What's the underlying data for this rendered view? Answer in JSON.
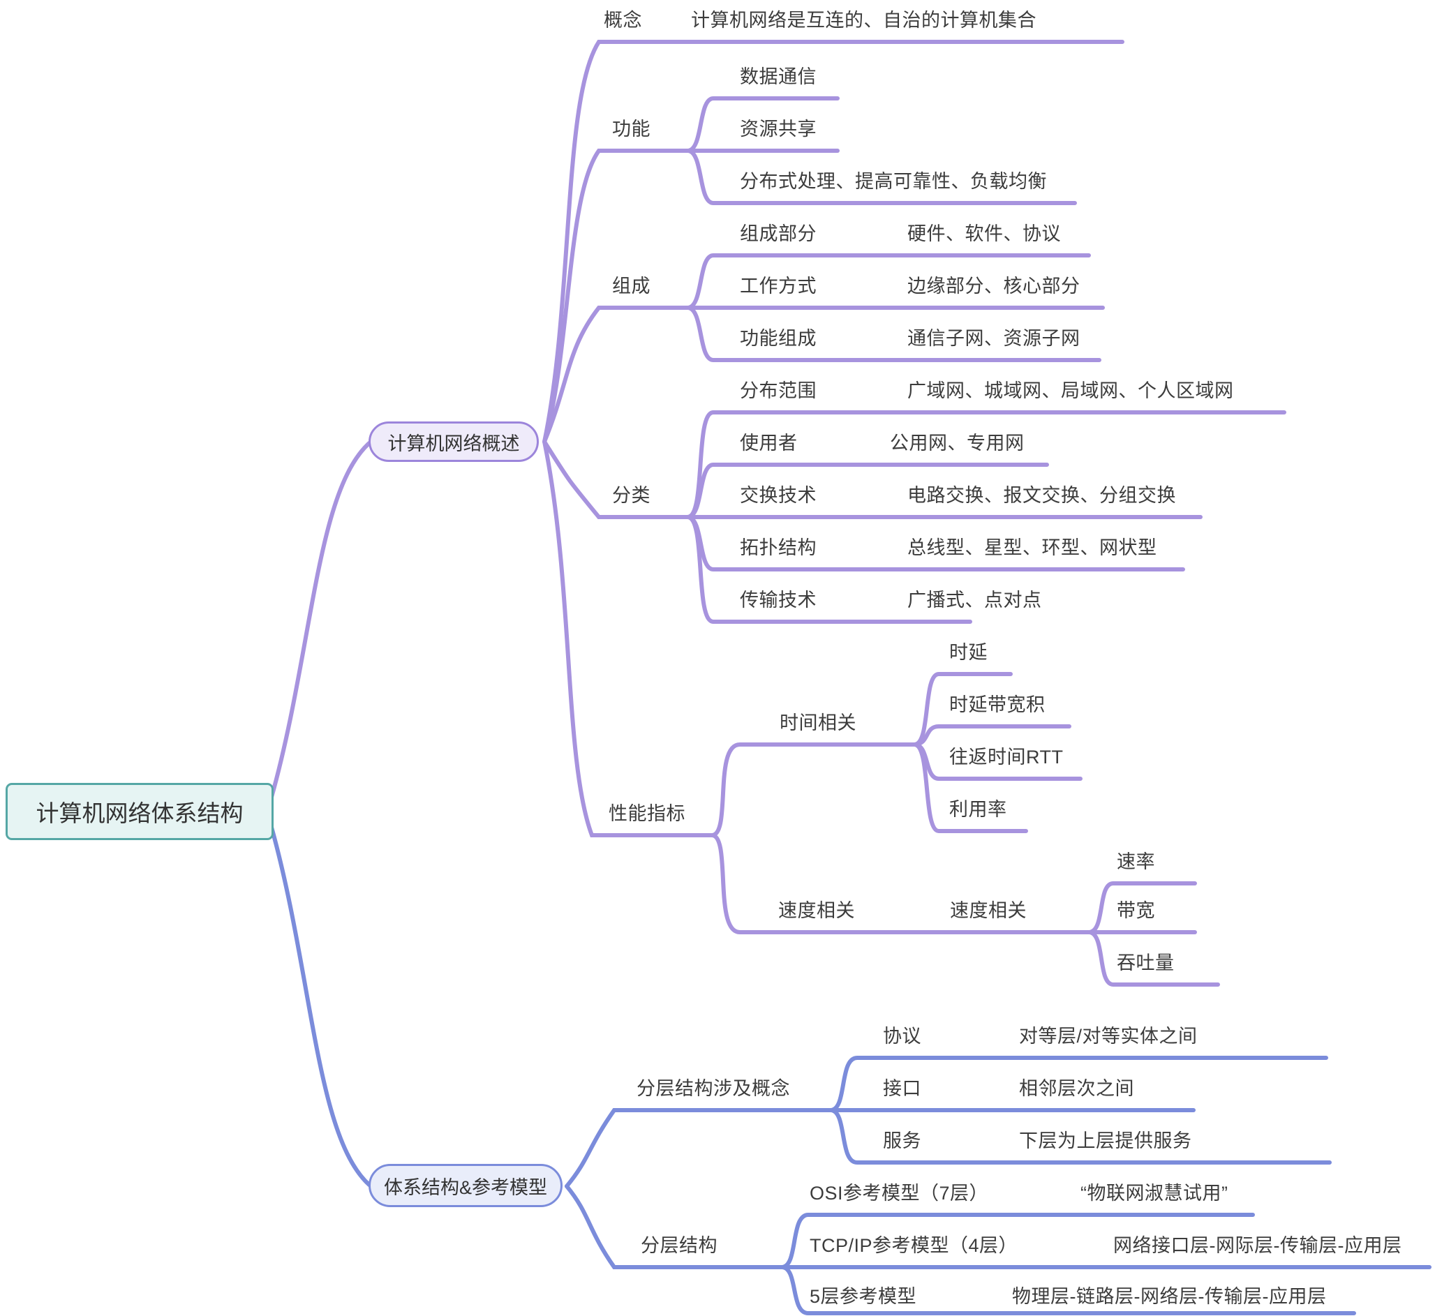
{
  "colors": {
    "branch1_line": "#a793de",
    "branch2_line": "#7b8cdb",
    "root_border": "#55a7a5",
    "root_fill": "#e6f4f3",
    "branch1_border": "#9c85db",
    "branch1_fill": "#efebfa",
    "branch2_border": "#7b8cdb",
    "branch2_fill": "#e9edfa",
    "text": "#3c3c3c"
  },
  "root": {
    "label": "计算机网络体系结构"
  },
  "branch1": {
    "label": "计算机网络概述",
    "concept": {
      "key": "概念",
      "value": "计算机网络是互连的、自治的计算机集合"
    },
    "function": {
      "label": "功能",
      "items": [
        "数据通信",
        "资源共享",
        "分布式处理、提高可靠性、负载均衡"
      ]
    },
    "composition": {
      "label": "组成",
      "rows": [
        {
          "key": "组成部分",
          "value": "硬件、软件、协议"
        },
        {
          "key": "工作方式",
          "value": "边缘部分、核心部分"
        },
        {
          "key": "功能组成",
          "value": "通信子网、资源子网"
        }
      ]
    },
    "classification": {
      "label": "分类",
      "rows": [
        {
          "key": "分布范围",
          "value": "广域网、城域网、局域网、个人区域网"
        },
        {
          "key": "使用者",
          "value": "公用网、专用网"
        },
        {
          "key": "交换技术",
          "value": "电路交换、报文交换、分组交换"
        },
        {
          "key": "拓扑结构",
          "value": "总线型、星型、环型、网状型"
        },
        {
          "key": "传输技术",
          "value": "广播式、点对点"
        }
      ]
    },
    "performance": {
      "label": "性能指标",
      "time": {
        "label": "时间相关",
        "items": [
          "时延",
          "时延带宽积",
          "往返时间RTT",
          "利用率"
        ]
      },
      "speed": {
        "label": "速度相关",
        "label2": "速度相关",
        "items": [
          "速率",
          "带宽",
          "吞吐量"
        ]
      }
    }
  },
  "branch2": {
    "label": "体系结构&参考模型",
    "concepts": {
      "label": "分层结构涉及概念",
      "rows": [
        {
          "key": "协议",
          "value": "对等层/对等实体之间"
        },
        {
          "key": "接口",
          "value": "相邻层次之间"
        },
        {
          "key": "服务",
          "value": "下层为上层提供服务"
        }
      ]
    },
    "layers": {
      "label": "分层结构",
      "rows": [
        {
          "key": "OSI参考模型（7层）",
          "value": "“物联网淑慧试用”"
        },
        {
          "key": "TCP/IP参考模型（4层）",
          "value": "网络接口层-网际层-传输层-应用层"
        },
        {
          "key": "5层参考模型",
          "value": "物理层-链路层-网络层-传输层-应用层"
        }
      ]
    }
  }
}
